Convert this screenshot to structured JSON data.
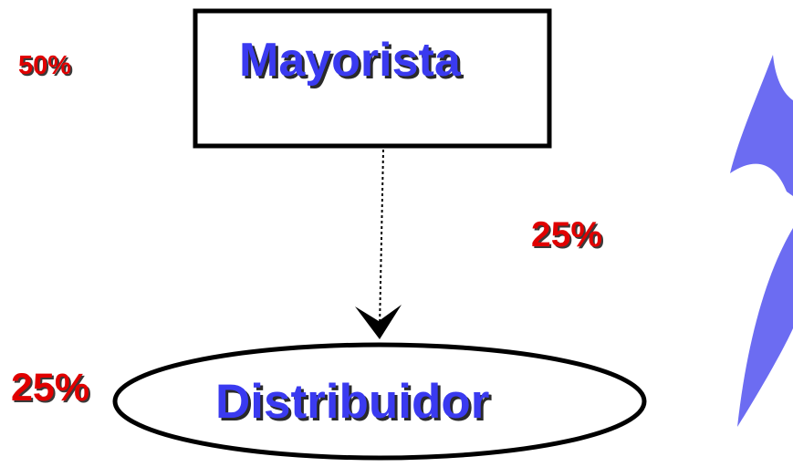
{
  "percentages": {
    "top_left": "50%",
    "middle_right": "25%",
    "bottom_left": "25%"
  },
  "nodes": {
    "mayorista": "Mayorista",
    "distribuidor": "Distribuidor"
  },
  "colors": {
    "label_text": "#3a3af0",
    "percent_text": "#e00000",
    "shape_fill": "#6c6cf2",
    "stroke": "#000000"
  }
}
